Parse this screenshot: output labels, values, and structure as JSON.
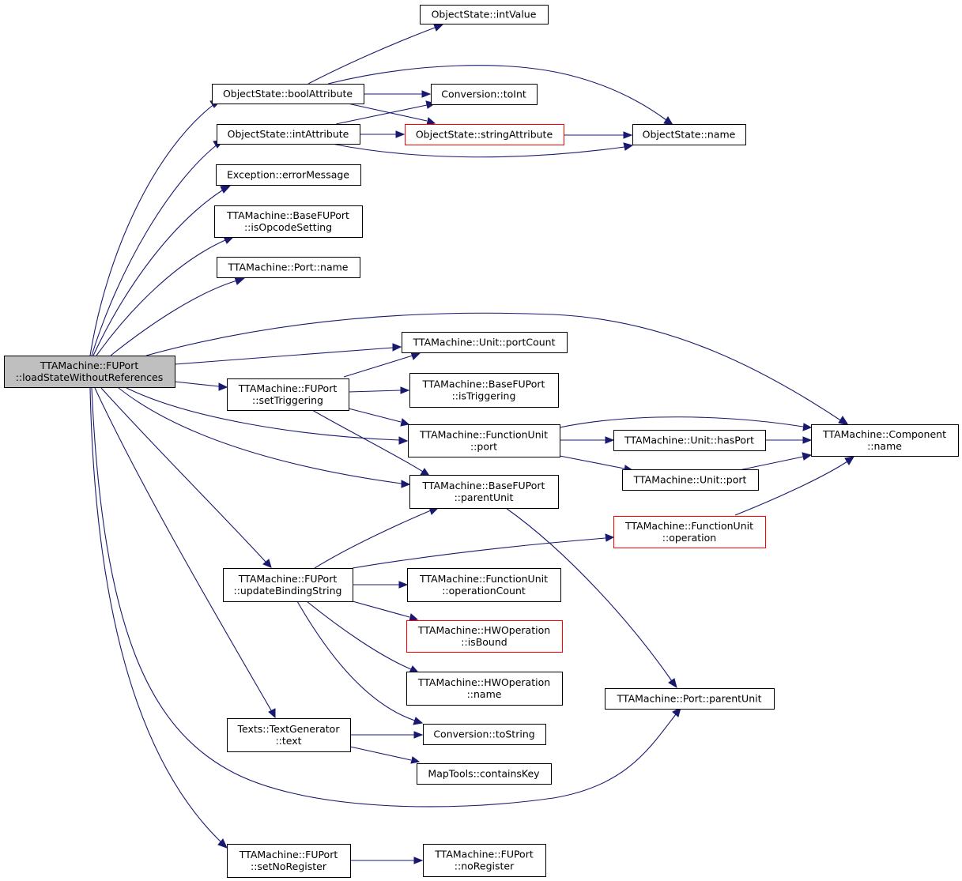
{
  "nodes": {
    "root": {
      "lines": [
        "TTAMachine::FUPort",
        "::loadStateWithoutReferences"
      ]
    },
    "intValue": {
      "lines": [
        "ObjectState::intValue"
      ]
    },
    "boolAttribute": {
      "lines": [
        "ObjectState::boolAttribute"
      ]
    },
    "toInt": {
      "lines": [
        "Conversion::toInt"
      ]
    },
    "intAttribute": {
      "lines": [
        "ObjectState::intAttribute"
      ]
    },
    "stringAttribute": {
      "lines": [
        "ObjectState::stringAttribute"
      ]
    },
    "osName": {
      "lines": [
        "ObjectState::name"
      ]
    },
    "errorMessage": {
      "lines": [
        "Exception::errorMessage"
      ]
    },
    "isOpcodeSetting": {
      "lines": [
        "TTAMachine::BaseFUPort",
        "::isOpcodeSetting"
      ]
    },
    "portName": {
      "lines": [
        "TTAMachine::Port::name"
      ]
    },
    "portCount": {
      "lines": [
        "TTAMachine::Unit::portCount"
      ]
    },
    "setTriggering": {
      "lines": [
        "TTAMachine::FUPort",
        "::setTriggering"
      ]
    },
    "isTriggering": {
      "lines": [
        "TTAMachine::BaseFUPort",
        "::isTriggering"
      ]
    },
    "fuPort": {
      "lines": [
        "TTAMachine::FunctionUnit",
        "::port"
      ]
    },
    "hasPort": {
      "lines": [
        "TTAMachine::Unit::hasPort"
      ]
    },
    "componentName": {
      "lines": [
        "TTAMachine::Component",
        "::name"
      ]
    },
    "unitPort": {
      "lines": [
        "TTAMachine::Unit::port"
      ]
    },
    "parentUnitBase": {
      "lines": [
        "TTAMachine::BaseFUPort",
        "::parentUnit"
      ]
    },
    "fuOperation": {
      "lines": [
        "TTAMachine::FunctionUnit",
        "::operation"
      ]
    },
    "updateBindingString": {
      "lines": [
        "TTAMachine::FUPort",
        "::updateBindingString"
      ]
    },
    "operationCount": {
      "lines": [
        "TTAMachine::FunctionUnit",
        "::operationCount"
      ]
    },
    "isBound": {
      "lines": [
        "TTAMachine::HWOperation",
        "::isBound"
      ]
    },
    "hwName": {
      "lines": [
        "TTAMachine::HWOperation",
        "::name"
      ]
    },
    "portParentUnit": {
      "lines": [
        "TTAMachine::Port::parentUnit"
      ]
    },
    "textGen": {
      "lines": [
        "Texts::TextGenerator",
        "::text"
      ]
    },
    "toString": {
      "lines": [
        "Conversion::toString"
      ]
    },
    "containsKey": {
      "lines": [
        "MapTools::containsKey"
      ]
    },
    "setNoRegister": {
      "lines": [
        "TTAMachine::FUPort",
        "::setNoRegister"
      ]
    },
    "noRegister": {
      "lines": [
        "TTAMachine::FUPort",
        "::noRegister"
      ]
    }
  },
  "colors": {
    "edge": "#191970",
    "node_border": "#000000",
    "node_border_truncated": "#ff0000",
    "root_fill": "#bfbfbf",
    "node_fill": "#ffffff"
  }
}
